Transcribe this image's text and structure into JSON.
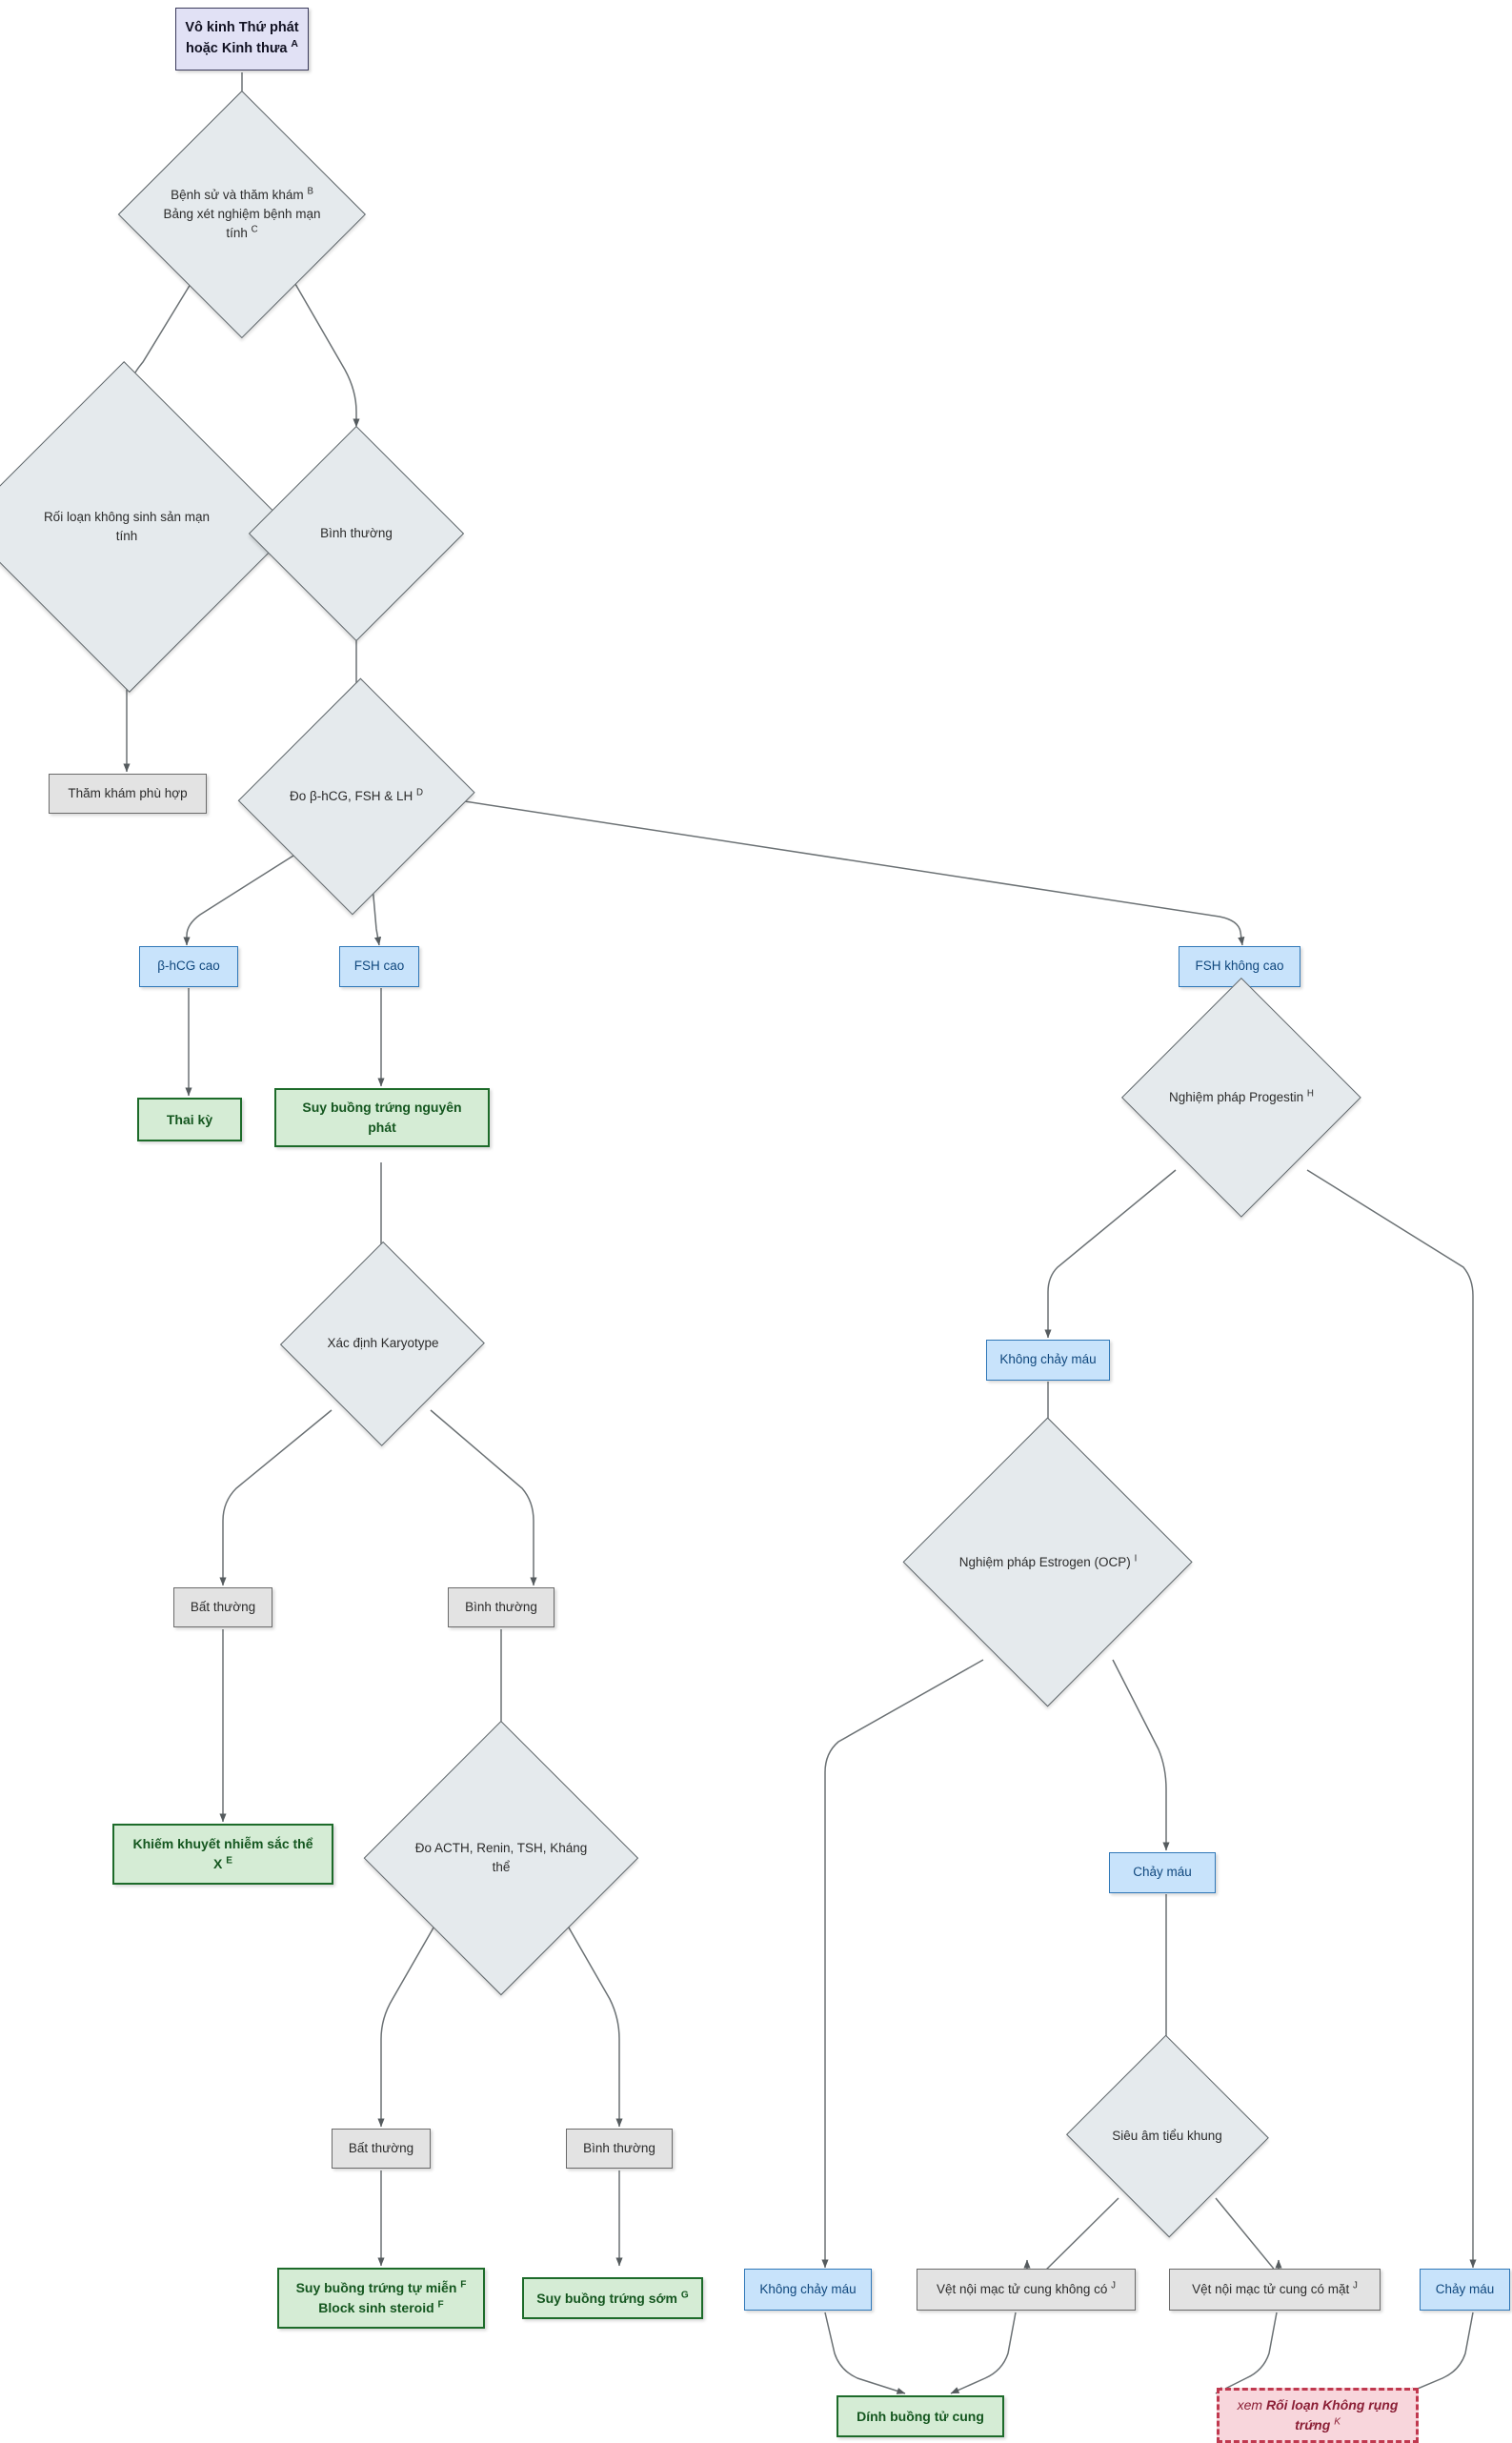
{
  "diagram": {
    "title": "Vô kinh Thứ phát hoặc Kinh thưa - Lưu đồ chẩn đoán",
    "colors": {
      "start_fill": "#e1e1f5",
      "start_stroke": "#3b3b5c",
      "decision_fill": "#e5eaed",
      "decision_stroke": "#5d6468",
      "grey_fill": "#e3e3e3",
      "grey_stroke": "#6b6b6b",
      "blue_fill": "#c8e3fb",
      "blue_stroke": "#3078b8",
      "blue_text": "#10487e",
      "green_fill": "#d5ecd5",
      "green_stroke": "#1d6b2a",
      "green_text": "#14561f",
      "pink_fill": "#f8d6dc",
      "pink_stroke": "#c0394f",
      "pink_text": "#8b1f36",
      "edge_stroke": "#666666"
    }
  },
  "nodes": {
    "start": {
      "line1": "Vô kinh Thứ phát",
      "line2": "hoặc Kinh thưa",
      "sup": "A"
    },
    "history": {
      "line1": "Bệnh sử và thăm khám",
      "sup1": "B",
      "line2": "Bảng xét nghiệm bệnh mạn",
      "line3": "tính",
      "sup2": "C"
    },
    "chronic_disorder": {
      "line1": "Rối loạn không sinh sản mạn",
      "line2": "tính"
    },
    "normal_1": {
      "label": "Bình thường"
    },
    "appropriate_exam": {
      "label": "Thăm khám phù hợp"
    },
    "measure_hcg": {
      "label": "Đo β-hCG, FSH & LH",
      "sup": "D"
    },
    "hcg_high": {
      "label": "β-hCG cao"
    },
    "fsh_high": {
      "label": "FSH cao"
    },
    "fsh_not_high": {
      "label": "FSH không cao"
    },
    "pregnancy": {
      "label": "Thai kỳ"
    },
    "primary_ovarian_failure": {
      "line1": "Suy buồng trứng nguyên",
      "line2": "phát"
    },
    "progestin_test": {
      "label": "Nghiệm pháp Progestin",
      "sup": "H"
    },
    "karyotype": {
      "label": "Xác định Karyotype"
    },
    "no_bleeding_1": {
      "label": "Không chảy máu"
    },
    "karyo_abnormal": {
      "label": "Bất thường"
    },
    "karyo_normal": {
      "label": "Bình thường"
    },
    "estrogen_test": {
      "label": "Nghiệm pháp Estrogen (OCP)",
      "sup": "I"
    },
    "x_chromosome_defect": {
      "line1": "Khiếm khuyết nhiễm sắc thể",
      "line2": "X",
      "sup": "E"
    },
    "measure_acth": {
      "line1": "Đo ACTH, Renin, TSH, Kháng",
      "line2": "thể"
    },
    "bleeding_1": {
      "label": "Chảy máu"
    },
    "pelvic_ultrasound": {
      "label": "Siêu âm tiểu khung"
    },
    "acth_abnormal": {
      "label": "Bất thường"
    },
    "acth_normal": {
      "label": "Bình thường"
    },
    "autoimmune_ovarian": {
      "line1": "Suy buồng trứng tự miễn",
      "sup1": "F",
      "line2": "Block sinh steroid",
      "sup2": "F"
    },
    "premature_ovarian": {
      "label": "Suy buồng trứng sớm",
      "sup": "G"
    },
    "no_bleeding_2": {
      "label": "Không chảy máu"
    },
    "endometrium_absent": {
      "label": "Vệt nội mạc tử cung không có",
      "sup": "J"
    },
    "endometrium_present": {
      "label": "Vệt nội mạc tử cung có mặt",
      "sup": "J"
    },
    "bleeding_2": {
      "label": "Chảy máu"
    },
    "asherman": {
      "label": "Dính buồng tử cung"
    },
    "anovulation_ref": {
      "prefix": "xem ",
      "line1": "Rối loạn Không rụng",
      "line2": "trứng",
      "sup": "K"
    }
  }
}
